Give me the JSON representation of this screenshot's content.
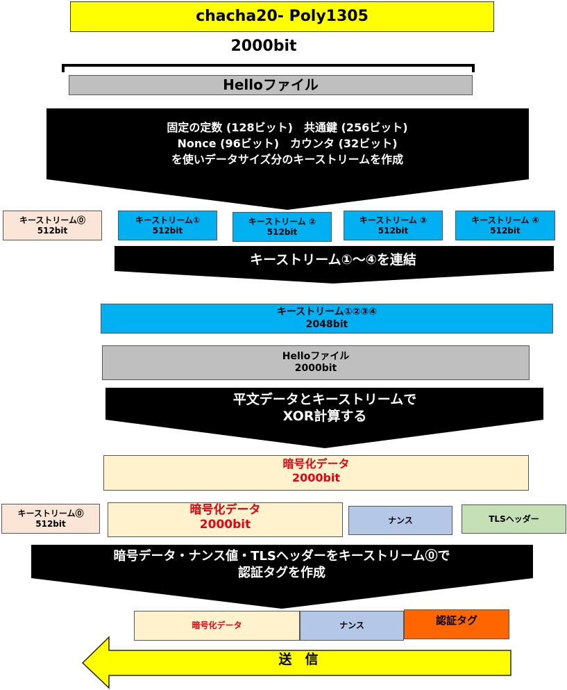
{
  "title": "chacha20- Poly1305",
  "bits_label": "2000bit",
  "hello_file_top": "Helloファイル",
  "arrow1": {
    "line1": "固定の定数 (128ビット)　共通鍵 (256ビット)",
    "line2": "Nonce (96ビット)　カウンタ (32ビット)",
    "line3": "を使いデータサイズ分のキーストリームを作成"
  },
  "keystreams": [
    {
      "name": "キーストリーム⓪",
      "bits": "512bit"
    },
    {
      "name": "キーストリーム①",
      "bits": "512bit"
    },
    {
      "name": "キーストリーム ②",
      "bits": "512bit"
    },
    {
      "name": "キーストリーム ③",
      "bits": "512bit"
    },
    {
      "name": "キーストリーム ④",
      "bits": "512bit"
    }
  ],
  "arrow2": {
    "text": "キーストリーム①～④を連結"
  },
  "combined_keystream": {
    "name": "キーストリーム①②③④",
    "bits": "2048bit"
  },
  "hello_file": {
    "name": "Helloファイル",
    "bits": "2000bit"
  },
  "arrow3": {
    "line1": "平文データとキーストリームで",
    "line2": "XOR計算する"
  },
  "encrypted": {
    "name": "暗号化データ",
    "bits": "2000bit"
  },
  "row5": {
    "ks0_name": "キーストリーム⓪",
    "ks0_bits": "512bit",
    "enc_name": "暗号化データ",
    "enc_bits": "2000bit",
    "nonce": "ナンス",
    "tls_header": "TLSヘッダー"
  },
  "arrow4": {
    "line1": "暗号データ・ナンス値・TLSヘッダーをキーストリーム⓪で",
    "line2": "認証タグを作成"
  },
  "final_row": {
    "encrypted": "暗号化データ",
    "nonce": "ナンス",
    "auth_tag": "認証タグ"
  },
  "send": {
    "label": "送　信"
  },
  "colors": {
    "title_bg": "#ffff00",
    "keystream_peach": "#fbe5d6",
    "keystream_blue": "#00b0f0",
    "gray": "#bfbfbf",
    "cream": "#fff2cc",
    "lavender": "#b4c7e7",
    "green": "#c5e0b4",
    "orange": "#ff6600",
    "red_text": "#e60012",
    "send_arrow": "#ffff00"
  }
}
